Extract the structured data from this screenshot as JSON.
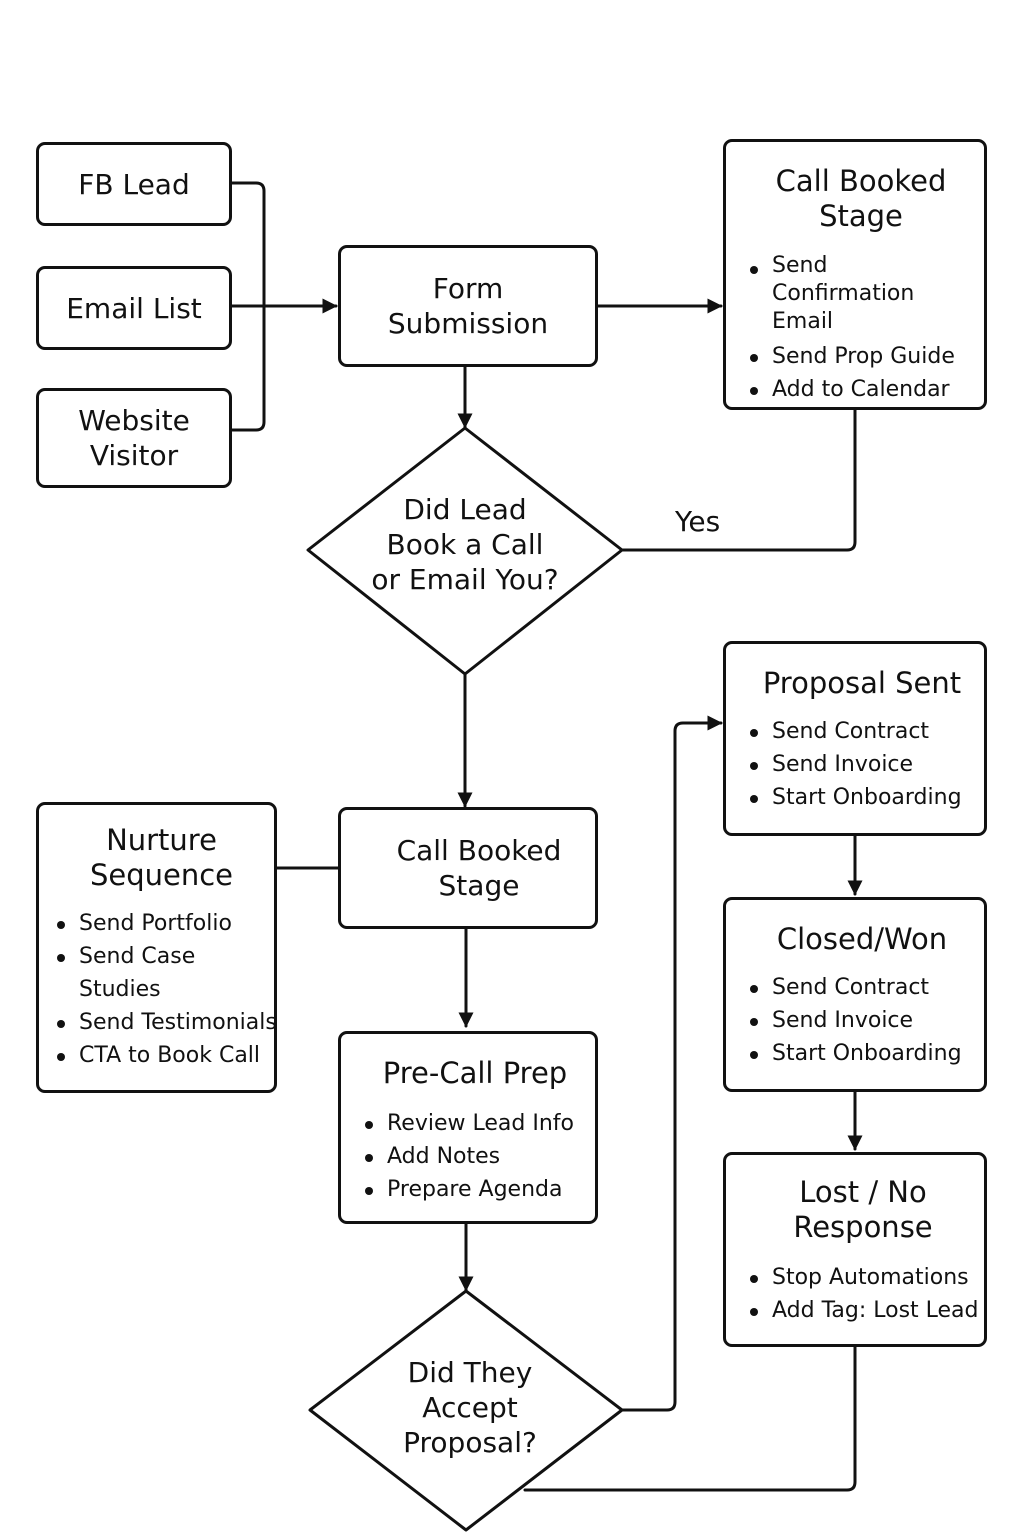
{
  "sources": {
    "fb_lead": "FB Lead",
    "email_list": "Email List",
    "website_visitor": "Website\nVisitor"
  },
  "form_submission": "Form\nSubmission",
  "call_booked_top": {
    "title": "Call Booked\nStage",
    "items": [
      "Send Confirmation Email",
      "Send Prop Guide",
      "Add to Calendar"
    ]
  },
  "decision_call": "Did Lead\nBook a Call\nor Email You?",
  "yes_label": "Yes",
  "call_booked_mid": "Call Booked\nStage",
  "nurture": {
    "title": "Nurture\nSequence",
    "items": [
      "Send Portfolio",
      "Send Case Studies",
      "Send Testimonials",
      "CTA to Book Call"
    ]
  },
  "pre_call": {
    "title": "Pre-Call Prep",
    "items": [
      "Review Lead Info",
      "Add Notes",
      "Prepare Agenda"
    ]
  },
  "decision_proposal": "Did They\nAccept\nProposal?",
  "proposal_sent": {
    "title": "Proposal Sent",
    "items": [
      "Send Contract",
      "Send Invoice",
      "Start Onboarding"
    ]
  },
  "closed_won": {
    "title": "Closed/Won",
    "items": [
      "Send Contract",
      "Send Invoice",
      "Start Onboarding"
    ]
  },
  "lost": {
    "title": "Lost / No\nResponse",
    "items": [
      "Stop Automations",
      "Add Tag: Lost Lead"
    ]
  }
}
